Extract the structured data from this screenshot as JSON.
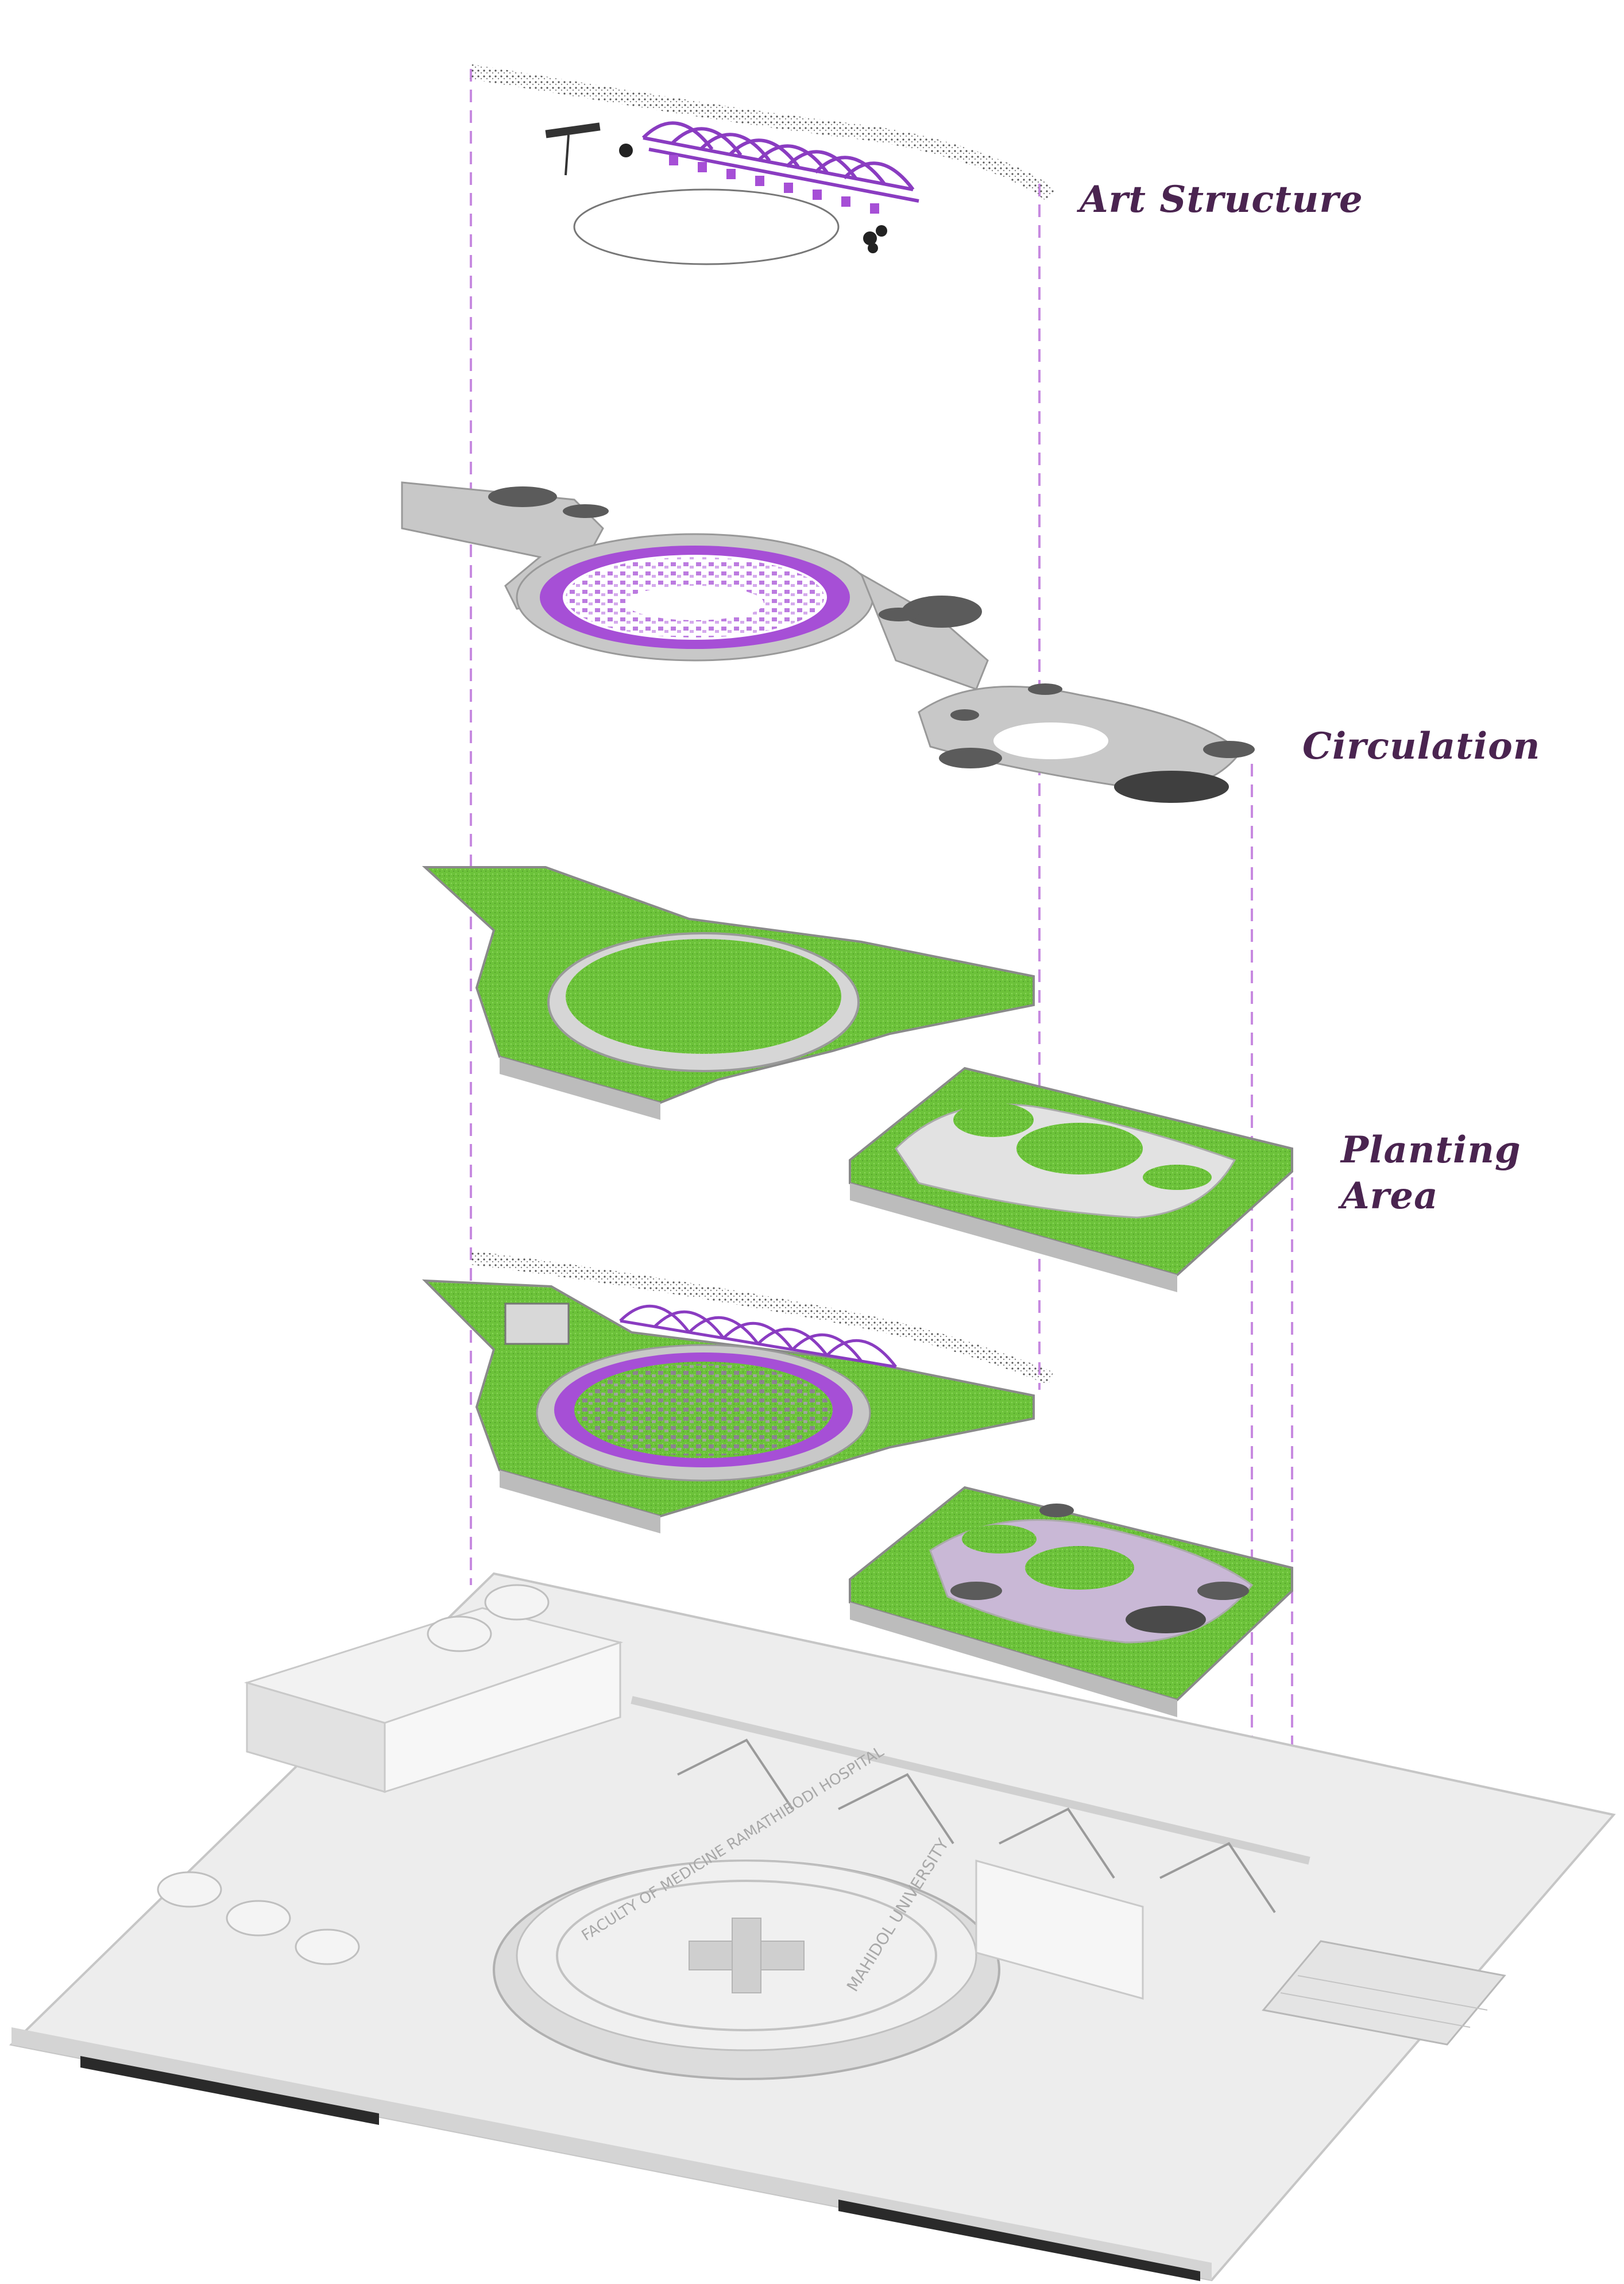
{
  "labels": {
    "art_structure": "Art Structure",
    "circulation": "Circulation",
    "planting_line1": "Planting",
    "planting_line2": "Area"
  },
  "base_building": {
    "ring_text_top": "FACULTY OF MEDICINE RAMATHIBODI HOSPITAL",
    "ring_text_bottom": "MAHIDOL UNIVERSITY"
  },
  "colors": {
    "accent_purple": "#a64fd6",
    "guide_line": "#c78ae0",
    "grass": "#6cc23a",
    "paving": "#bdbdbd",
    "dark_disc": "#5b5b5b",
    "label_text": "#4a2450"
  }
}
